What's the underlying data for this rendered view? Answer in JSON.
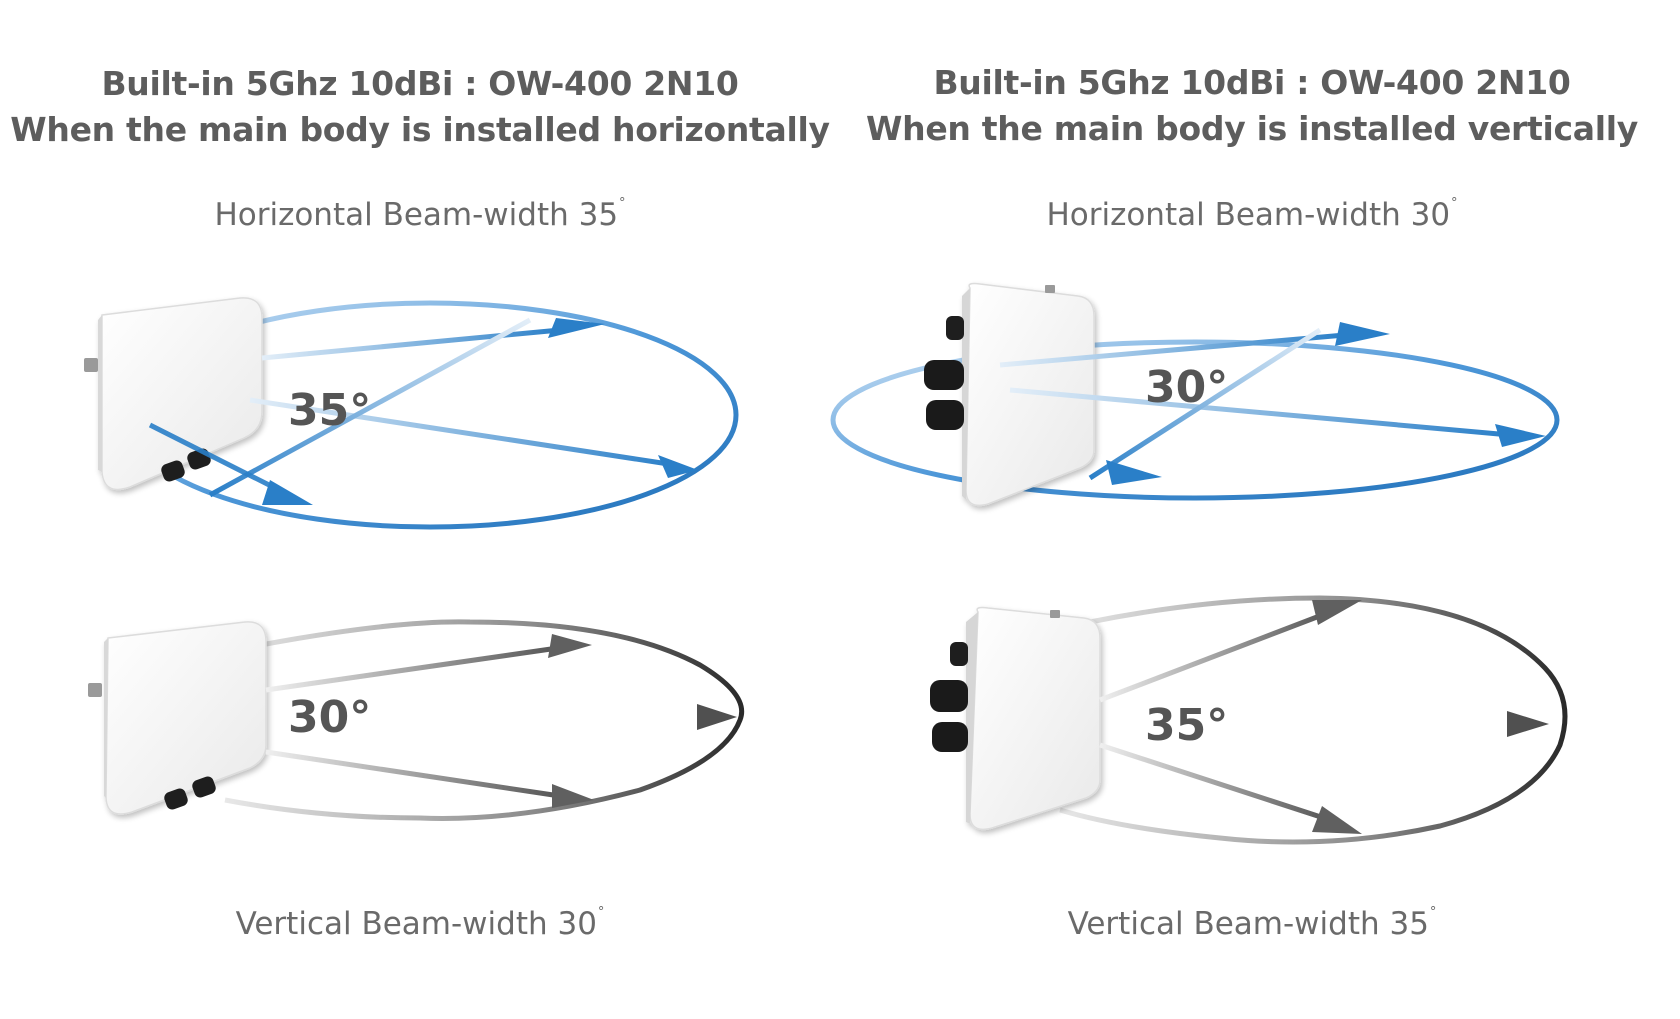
{
  "panels": [
    {
      "title_line1": "Built-in 5Ghz 10dBi : OW-400 2N10",
      "title_line2": "When the main body is installed horizontally",
      "horizontal": {
        "label": "Horizontal Beam-width 35",
        "degree_mark": "°",
        "angle": "35°"
      },
      "vertical": {
        "label": "Vertical Beam-width 30",
        "degree_mark": "°",
        "angle": "30°"
      }
    },
    {
      "title_line1": "Built-in 5Ghz 10dBi : OW-400 2N10",
      "title_line2": "When the main body is installed vertically",
      "horizontal": {
        "label": "Horizontal Beam-width 30",
        "degree_mark": "°",
        "angle": "30°"
      },
      "vertical": {
        "label": "Vertical Beam-width 35",
        "degree_mark": "°",
        "angle": "35°"
      }
    }
  ],
  "colors": {
    "horizontal_beam": "#2a7fc8",
    "vertical_beam": "#3a3a3a",
    "text": "#5d5d5d",
    "device": "#f4f4f4"
  }
}
